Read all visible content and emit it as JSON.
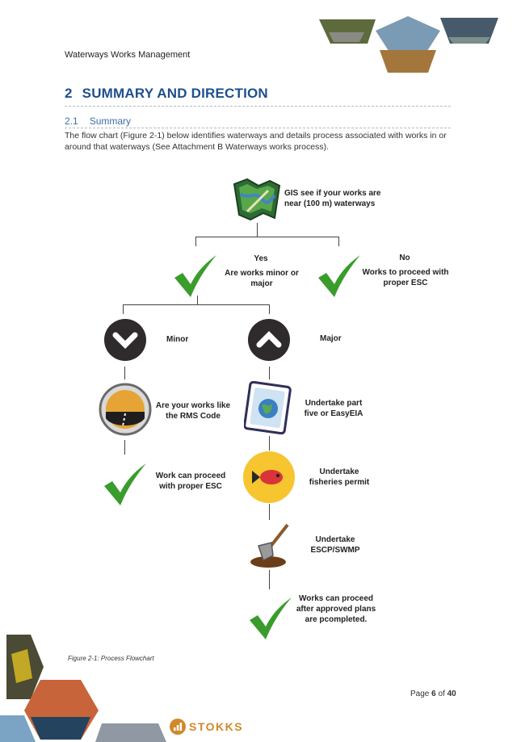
{
  "header": {
    "title": "Waterways Works Management"
  },
  "section": {
    "number": "2",
    "title": "SUMMARY AND DIRECTION"
  },
  "subsection": {
    "number": "2.1",
    "title": "Summary"
  },
  "intro": "The flow chart (Figure 2-1) below identifies waterways and details process associated with works in or around that waterways (See Attachment B Waterways works process).",
  "flow": {
    "gis": "GIS see if your works are near (100 m) waterways",
    "yes": "Yes",
    "minor_or_major": "Are works minor or major",
    "no": "No",
    "no_text": "Works to proceed with proper ESC",
    "minor": "Minor",
    "major": "Major",
    "rms": "Are your works like the RMS Code",
    "part_five": "Undertake part five or EasyEIA",
    "proceed_esc": "Work can proceed with proper ESC",
    "fisheries": "Undertake fisheries permit",
    "escp": "Undertake ESCP/SWMP",
    "approved": "Works can proceed after approved plans are pcompleted."
  },
  "caption": "Figure 2-1: Process Flowchart",
  "page": {
    "label": "Page",
    "current": "6",
    "of": "of",
    "total": "40"
  },
  "logo": {
    "text": "STOKKS"
  },
  "colors": {
    "heading": "#1e4f8c",
    "check": "#3a9c2c",
    "logo": "#d08a2a"
  }
}
